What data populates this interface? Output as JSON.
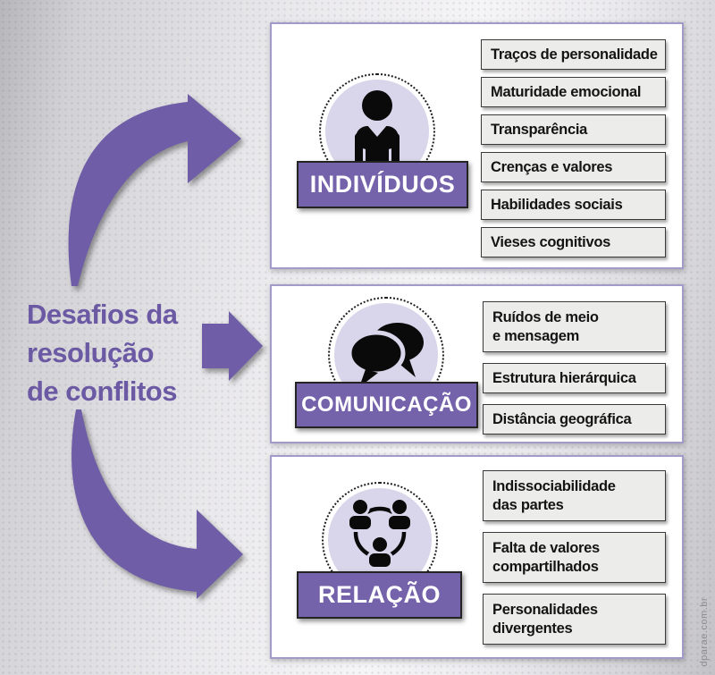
{
  "title": {
    "lines": [
      "Desafios da",
      "resolução",
      "de conflitos"
    ]
  },
  "watermark": "dparae.com.br",
  "colors": {
    "purple": "#6f5da7",
    "banner": "#7462ab",
    "lavender": "#d9d5ea",
    "item-bg": "#ececeb",
    "title-purple": "#6b59a4"
  },
  "arrows": [
    {
      "name": "curved-arrow-up-right"
    },
    {
      "name": "straight-arrow-right"
    },
    {
      "name": "curved-arrow-down-right"
    }
  ],
  "sections": [
    {
      "label": "INDIVÍDUOS",
      "icon": "person-icon",
      "items": [
        "Traços de personalidade",
        "Maturidade emocional",
        "Transparência",
        "Crenças e valores",
        "Habilidades sociais",
        "Vieses cognitivos"
      ]
    },
    {
      "label": "COMUNICAÇÃO",
      "icon": "chat-bubbles-icon",
      "items": [
        "Ruídos de meio\ne mensagem",
        "Estrutura hierárquica",
        "Distância geográfica"
      ]
    },
    {
      "label": "RELAÇÃO",
      "icon": "people-network-icon",
      "items": [
        "Indissociabilidade\ndas partes",
        "Falta de valores\ncompartilhados",
        "Personalidades\ndivergentes"
      ]
    }
  ]
}
